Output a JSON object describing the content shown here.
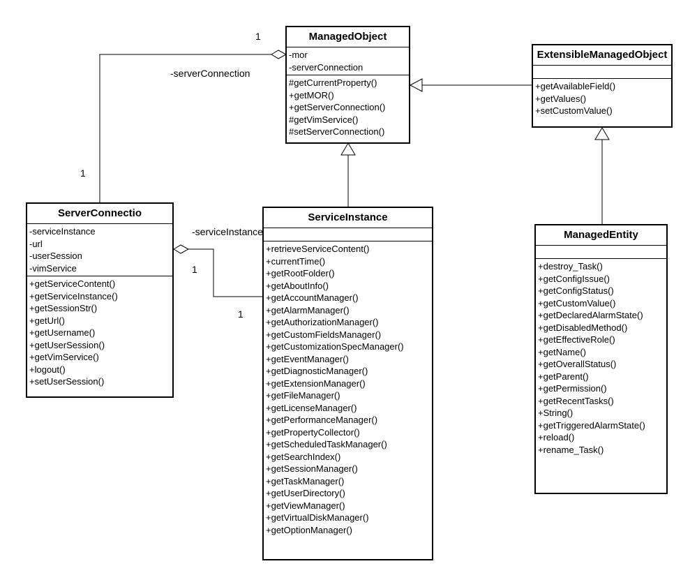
{
  "classes": {
    "managed_object": {
      "name": "ManagedObject",
      "attributes": [
        "-mor",
        "-serverConnection"
      ],
      "methods": [
        "#getCurrentProperty()",
        "+getMOR()",
        "+getServerConnection()",
        "#getVimService()",
        "#setServerConnection()"
      ]
    },
    "extensible_managed_object": {
      "name": "ExtensibleManagedObject",
      "attributes": [],
      "methods": [
        "+getAvailableField()",
        "+getValues()",
        "+setCustomValue()"
      ]
    },
    "server_connection": {
      "name": "ServerConnectio",
      "attributes": [
        "-serviceInstance",
        "-url",
        "-userSession",
        "-vimService"
      ],
      "methods": [
        "+getServiceContent()",
        "+getServiceInstance()",
        "+getSessionStr()",
        "+getUrl()",
        "+getUsername()",
        "+getUserSession()",
        "+getVimService()",
        "+logout()",
        "+setUserSession()"
      ]
    },
    "service_instance": {
      "name": "ServiceInstance",
      "attributes": [],
      "methods": [
        "+retrieveServiceContent()",
        "+currentTime()",
        "+getRootFolder()",
        "+getAboutInfo()",
        "+getAccountManager()",
        "+getAlarmManager()",
        "+getAuthorizationManager()",
        "+getCustomFieldsManager()",
        "+getCustomizationSpecManager()",
        "+getEventManager()",
        "+getDiagnosticManager()",
        "+getExtensionManager()",
        "+getFileManager()",
        "+getLicenseManager()",
        "+getPerformanceManager()",
        "+getPropertyCollector()",
        "+getScheduledTaskManager()",
        "+getSearchIndex()",
        "+getSessionManager()",
        "+getTaskManager()",
        "+getUserDirectory()",
        "+getViewManager()",
        "+getVirtualDiskManager()",
        "+getOptionManager()"
      ]
    },
    "managed_entity": {
      "name": "ManagedEntity",
      "attributes": [],
      "methods": [
        "+destroy_Task()",
        "+getConfigIssue()",
        "+getConfigStatus()",
        "+getCustomValue()",
        "+getDeclaredAlarmState()",
        "+getDisabledMethod()",
        "+getEffectiveRole()",
        "+getName()",
        "+getOverallStatus()",
        "+getParent()",
        "+getPermission()",
        "+getRecentTasks()",
        "+String()",
        "+getTriggeredAlarmState()",
        "+reload()",
        "+rename_Task()"
      ]
    }
  },
  "labels": {
    "mo_multiplicity": "1",
    "sc_multiplicity": "1",
    "server_connection_role": "-serverConnection",
    "service_instance_role": "-serviceInstance",
    "sc_side_multiplicity": "1",
    "si_side_multiplicity": "1"
  }
}
